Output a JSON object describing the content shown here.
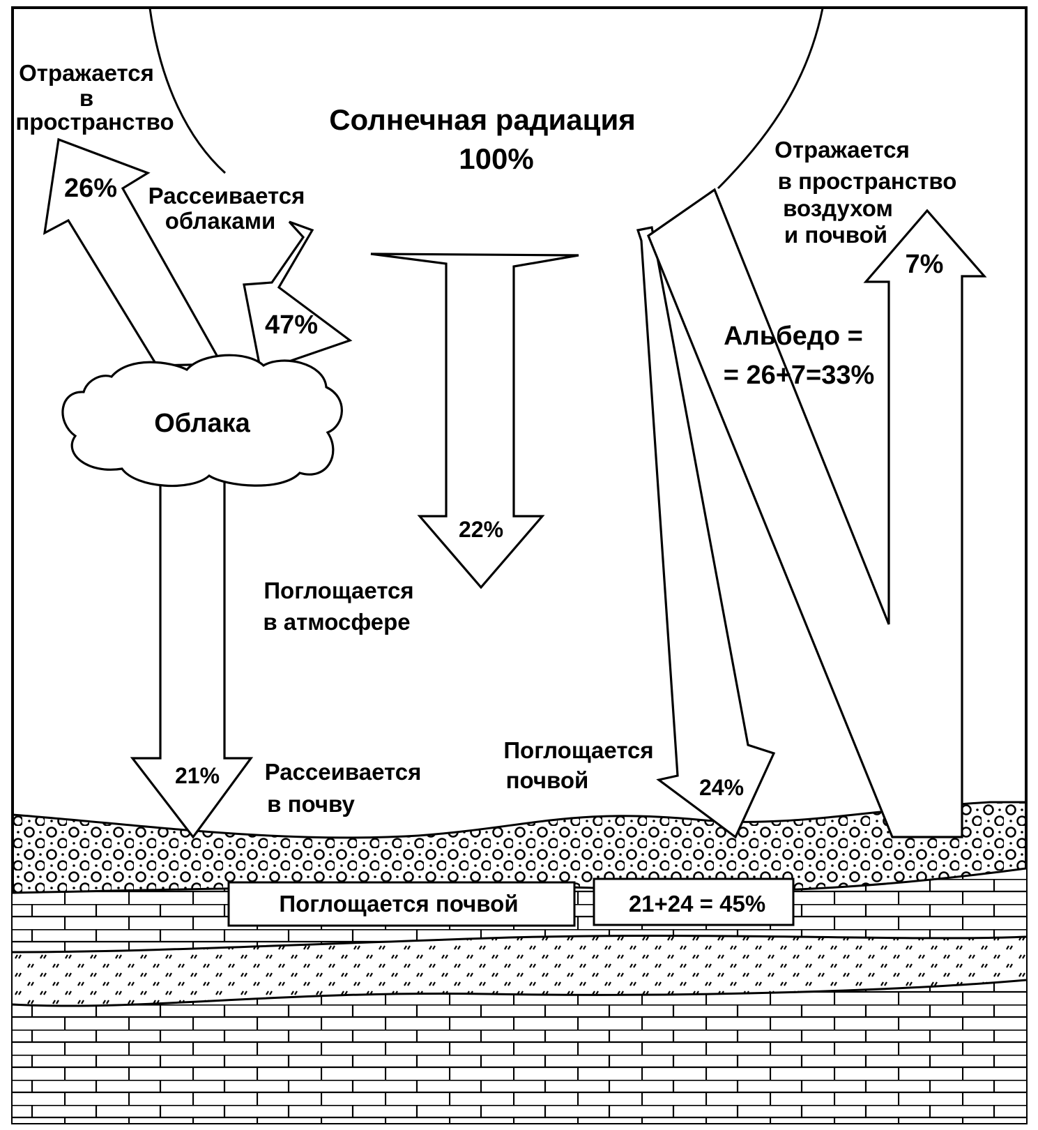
{
  "title": [
    "Солнечная радиация",
    "100%"
  ],
  "labels": {
    "reflected_space_left": [
      "Отражается",
      "в",
      "пространство"
    ],
    "scattered_clouds": [
      "Рассеивается",
      "облаками"
    ],
    "reflected_space_right": [
      "Отражается",
      "в пространство",
      "воздухом",
      "и почвой"
    ],
    "albedo": [
      "Альбедо =",
      "= 26+7=33%"
    ],
    "clouds": "Облака",
    "absorbed_atmosphere": [
      "Поглощается",
      "в атмосфере"
    ],
    "scattered_soil": [
      "Рассеивается",
      "в почву"
    ],
    "absorbed_soil": [
      "Поглощается",
      "почвой"
    ]
  },
  "percentages": {
    "reflected_clouds": "26%",
    "scattered_clouds": "47%",
    "reflected_air_soil": "7%",
    "absorbed_atmosphere": "22%",
    "scattered_to_soil": "21%",
    "direct_to_soil": "24%"
  },
  "bottom_boxes": {
    "left": "Поглощается почвой",
    "right": "21+24 = 45%"
  }
}
